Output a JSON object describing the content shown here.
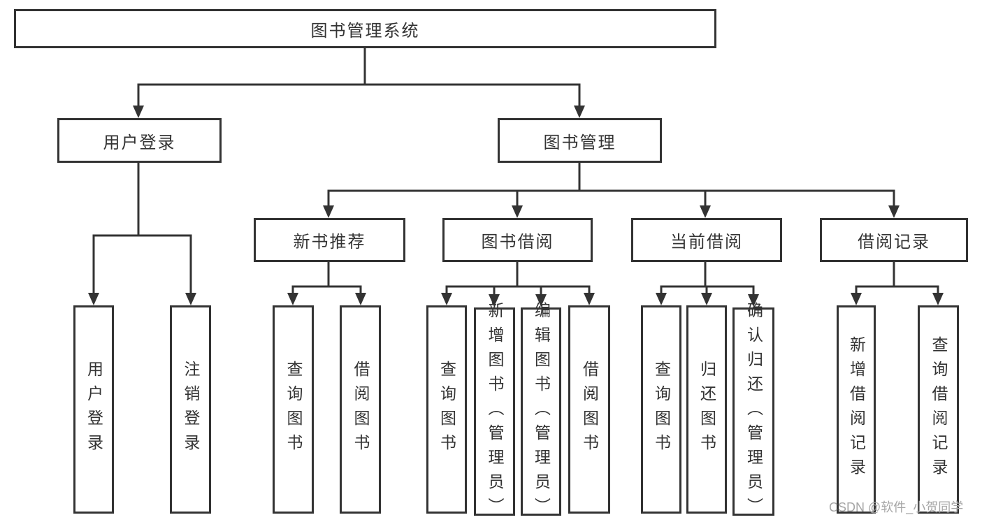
{
  "root": {
    "label": "图书管理系统"
  },
  "branches": [
    {
      "label": "用户登录",
      "children": [
        {
          "label": "用户登录"
        },
        {
          "label": "注销登录"
        }
      ]
    },
    {
      "label": "图书管理",
      "groups": [
        {
          "label": "新书推荐",
          "children": [
            {
              "label": "查询图书"
            },
            {
              "label": "借阅图书"
            }
          ]
        },
        {
          "label": "图书借阅",
          "children": [
            {
              "label": "查询图书"
            },
            {
              "label": "新增图书（管理员）"
            },
            {
              "label": "编辑图书（管理员）"
            },
            {
              "label": "借阅图书"
            }
          ]
        },
        {
          "label": "当前借阅",
          "children": [
            {
              "label": "查询图书"
            },
            {
              "label": "归还图书"
            },
            {
              "label": "确认归还（管理员）"
            }
          ]
        },
        {
          "label": "借阅记录",
          "children": [
            {
              "label": "新增借阅记录"
            },
            {
              "label": "查询借阅记录"
            }
          ]
        }
      ]
    }
  ],
  "colors": {
    "line": "#333333",
    "text": "#333333",
    "box_fill": "#ffffff",
    "watermark": "#a6a6a6"
  },
  "watermark": "CSDN @软件_小贺同学"
}
